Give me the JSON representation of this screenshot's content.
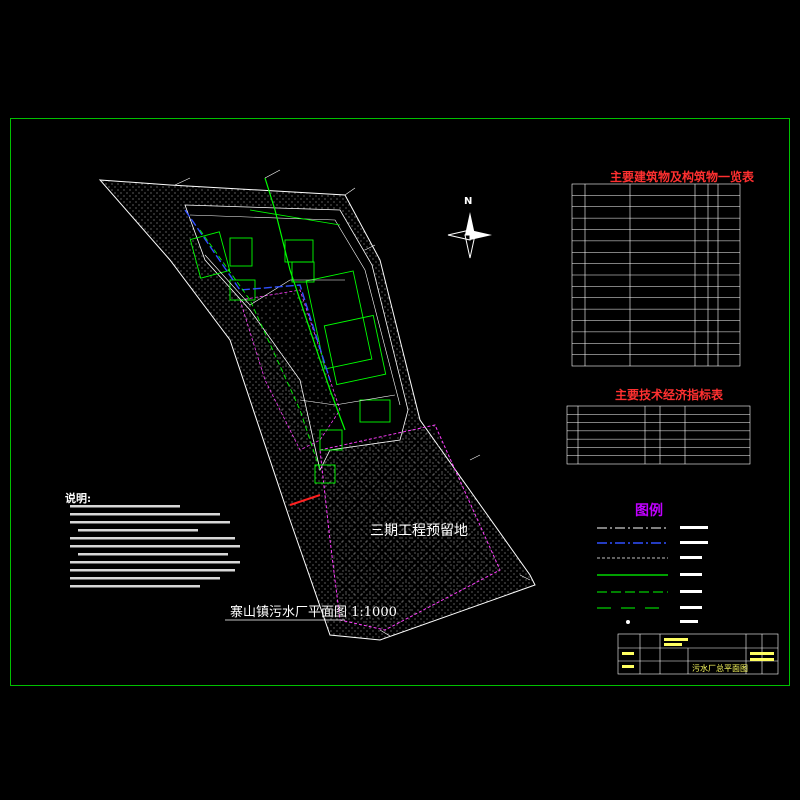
{
  "drawing": {
    "title": "寨山镇污水厂平面图 1:1000",
    "reserved_area_label": "三期工程预留地",
    "table1_title": "主要建筑物及构筑物一览表",
    "table2_title": "主要技术经济指标表",
    "legend_title": "图例",
    "notes_title": "说明:",
    "north_label": "N",
    "titleblock_name": "污水厂总平面图"
  },
  "colors": {
    "frame": "#00c000",
    "site_outline": "#ffffff",
    "phase_line": "#ff3cff",
    "water_pipe": "#00ff00",
    "sewer_pipe": "#3050ff",
    "table_title": "#ff3030",
    "legend_title": "#c000ff"
  }
}
